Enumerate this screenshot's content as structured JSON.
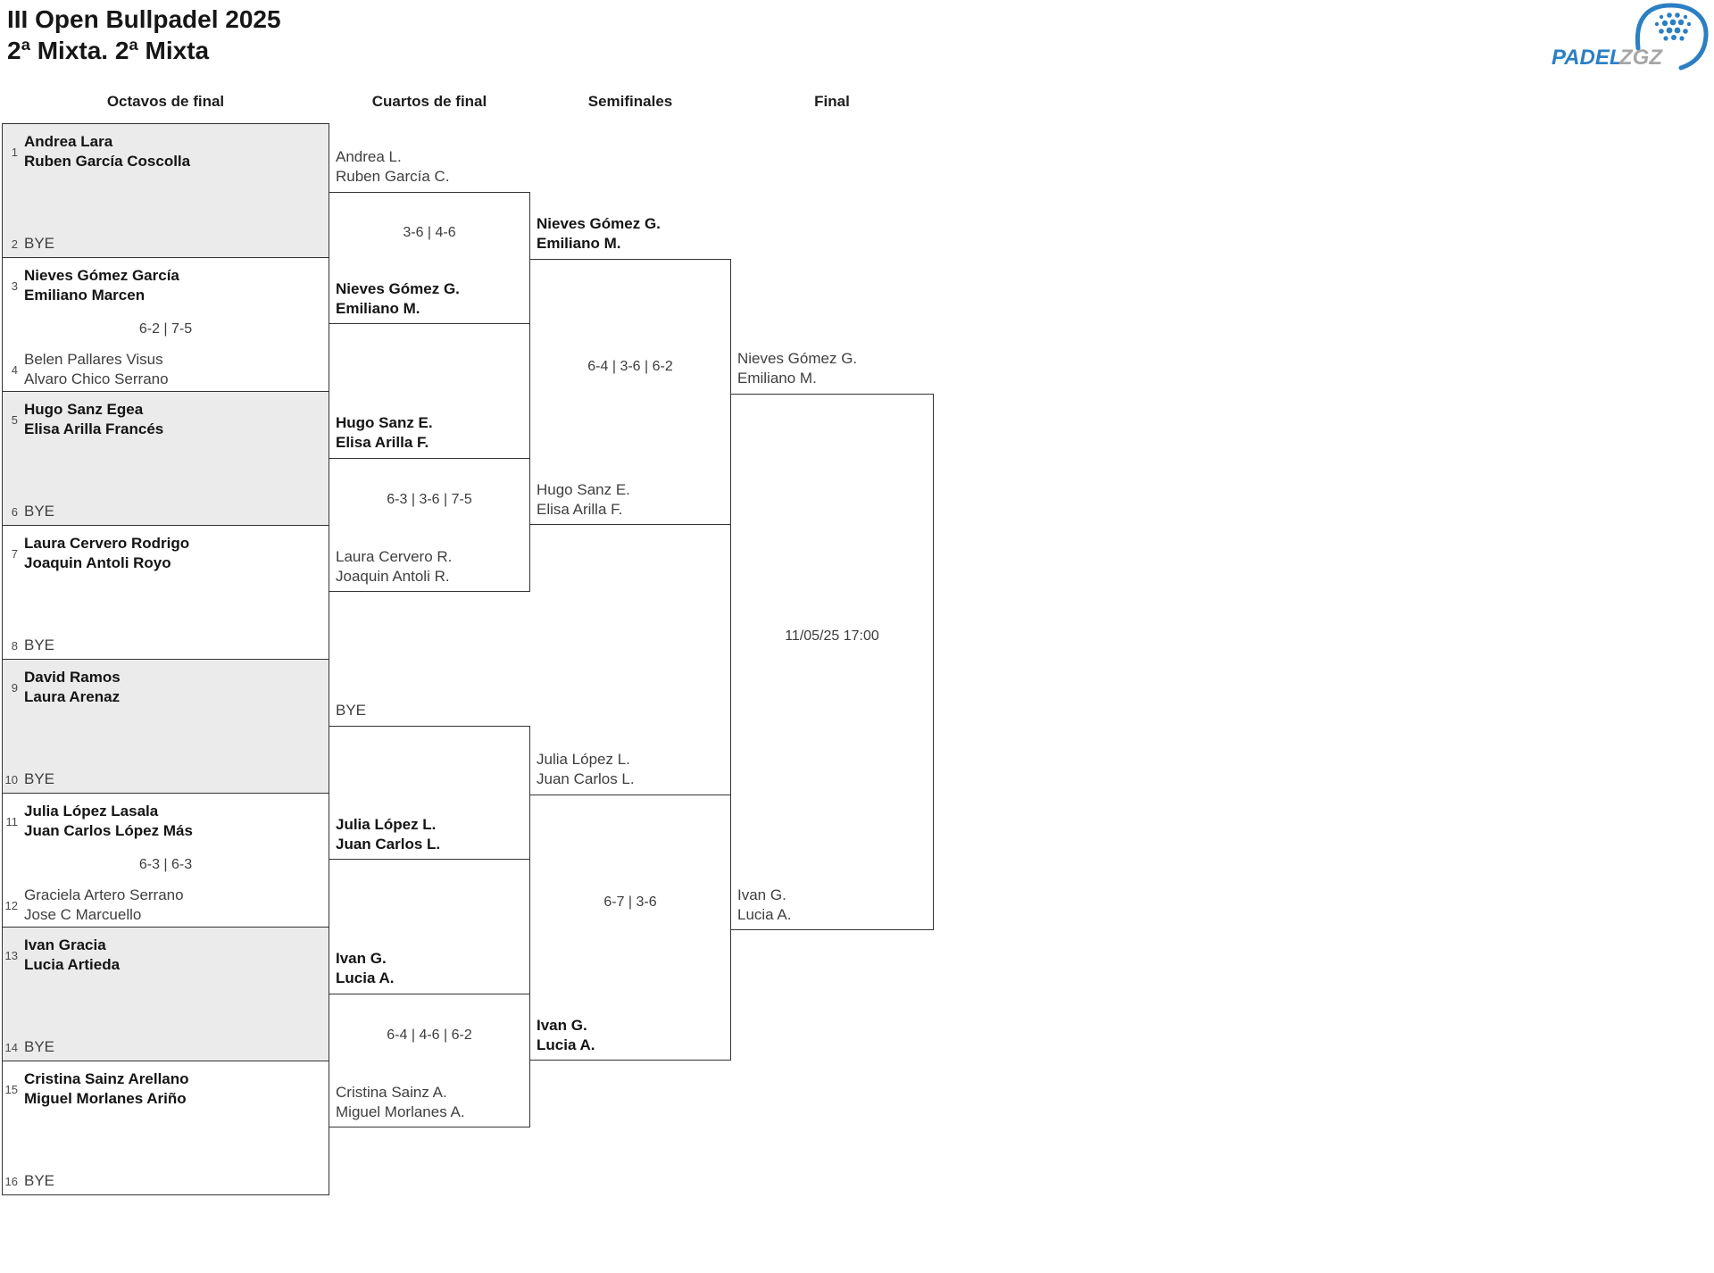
{
  "header": {
    "title": "III Open Bullpadel 2025",
    "subtitle": "2ª Mixta. 2ª Mixta"
  },
  "logo": {
    "padel": "PADEL",
    "zgz": "ZGZ"
  },
  "colors": {
    "accent_blue": "#2b7fc3",
    "logo_gray": "#a6a6a6",
    "shaded_row": "#ebebeb",
    "border_dark": "#333333"
  },
  "round_headers": [
    "Octavos de final",
    "Cuartos de final",
    "Semifinales",
    "Final"
  ],
  "r16": [
    {
      "seed_a": "1",
      "a1": "Andrea Lara",
      "a2": "Ruben García Coscolla",
      "seed_b": "2",
      "b1": "BYE",
      "b2": "",
      "score": ""
    },
    {
      "seed_a": "3",
      "a1": "Nieves Gómez García",
      "a2": "Emiliano Marcen",
      "seed_b": "4",
      "b1": "Belen Pallares Visus",
      "b2": "Alvaro Chico Serrano",
      "score": "6-2 | 7-5"
    },
    {
      "seed_a": "5",
      "a1": "Hugo Sanz Egea",
      "a2": "Elisa Arilla Francés",
      "seed_b": "6",
      "b1": "BYE",
      "b2": "",
      "score": ""
    },
    {
      "seed_a": "7",
      "a1": "Laura Cervero Rodrigo",
      "a2": "Joaquin Antoli Royo",
      "seed_b": "8",
      "b1": "BYE",
      "b2": "",
      "score": ""
    },
    {
      "seed_a": "9",
      "a1": "David Ramos",
      "a2": "Laura Arenaz",
      "seed_b": "10",
      "b1": "BYE",
      "b2": "",
      "score": ""
    },
    {
      "seed_a": "11",
      "a1": "Julia López Lasala",
      "a2": "Juan Carlos López Más",
      "seed_b": "12",
      "b1": "Graciela Artero Serrano",
      "b2": "Jose C Marcuello",
      "score": "6-3 | 6-3"
    },
    {
      "seed_a": "13",
      "a1": "Ivan Gracia",
      "a2": "Lucia Artieda",
      "seed_b": "14",
      "b1": "BYE",
      "b2": "",
      "score": ""
    },
    {
      "seed_a": "15",
      "a1": "Cristina Sainz Arellano",
      "a2": "Miguel Morlanes Ariño",
      "seed_b": "16",
      "b1": "BYE",
      "b2": "",
      "score": ""
    }
  ],
  "qf": [
    {
      "a1": "Andrea L.",
      "a2": "Ruben García C.",
      "b1": "Nieves Gómez G.",
      "b2": "Emiliano M.",
      "score": "3-6 | 4-6"
    },
    {
      "a1": "Hugo Sanz E.",
      "a2": "Elisa Arilla F.",
      "b1": "Laura Cervero R.",
      "b2": "Joaquin Antoli R.",
      "score": "6-3 | 3-6 | 7-5"
    },
    {
      "a1": "BYE",
      "a2": "",
      "b1": "Julia López L.",
      "b2": "Juan Carlos L.",
      "score": ""
    },
    {
      "a1": "Ivan G.",
      "a2": "Lucia A.",
      "b1": "Cristina Sainz A.",
      "b2": "Miguel Morlanes A.",
      "score": "6-4 | 4-6 | 6-2"
    }
  ],
  "sf": [
    {
      "a1": "Nieves Gómez G.",
      "a2": "Emiliano M.",
      "b1": "Hugo Sanz E.",
      "b2": "Elisa Arilla F.",
      "score": "6-4 | 3-6 | 6-2"
    },
    {
      "a1": "Julia López L.",
      "a2": "Juan Carlos L.",
      "b1": "Ivan G.",
      "b2": "Lucia A.",
      "score": "6-7 | 3-6"
    }
  ],
  "final": {
    "a1": "Nieves Gómez G.",
    "a2": "Emiliano M.",
    "b1": "Ivan G.",
    "b2": "Lucia A.",
    "schedule": "11/05/25 17:00"
  }
}
